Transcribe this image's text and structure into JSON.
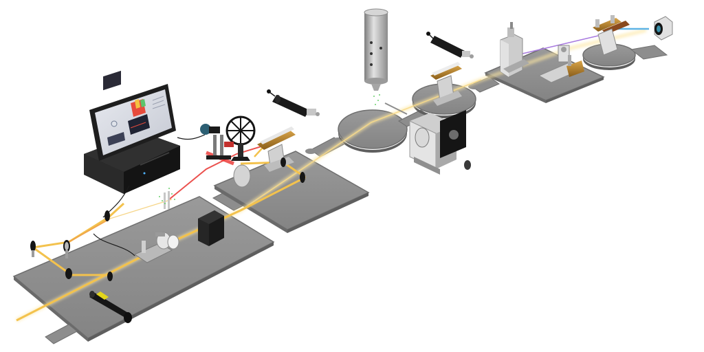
{
  "colors": {
    "background": "#ffffff",
    "table": "#8a8a8a",
    "table_edge": "#6f6f6f",
    "table_shadow": "#5e5e5e",
    "beam": "#f3c24d",
    "beam_glow": "#fde7a3",
    "laser_red": "#e8322f",
    "laser_violet": "#a97be0",
    "laser_blue": "#5db3e6",
    "mount_black": "#1b1b1b",
    "mount_gray": "#b9b9b9",
    "brass": "#b9852c",
    "monitor_body": "#1e1e1e",
    "screen": "#d8dbe4",
    "laser_tube_label": "#e3d51b",
    "crystal_cyan": "#3b8fa8",
    "spark_green": "#67d06a"
  },
  "components": [
    "computer-monitor",
    "pc-tower",
    "laser-head",
    "mirrors",
    "optical-chopper",
    "photodiode",
    "vacuum-chamber",
    "translation-stage",
    "diffraction-grating",
    "spectrometer-head",
    "camera",
    "gas-valves",
    "cylindrical-chamber"
  ]
}
